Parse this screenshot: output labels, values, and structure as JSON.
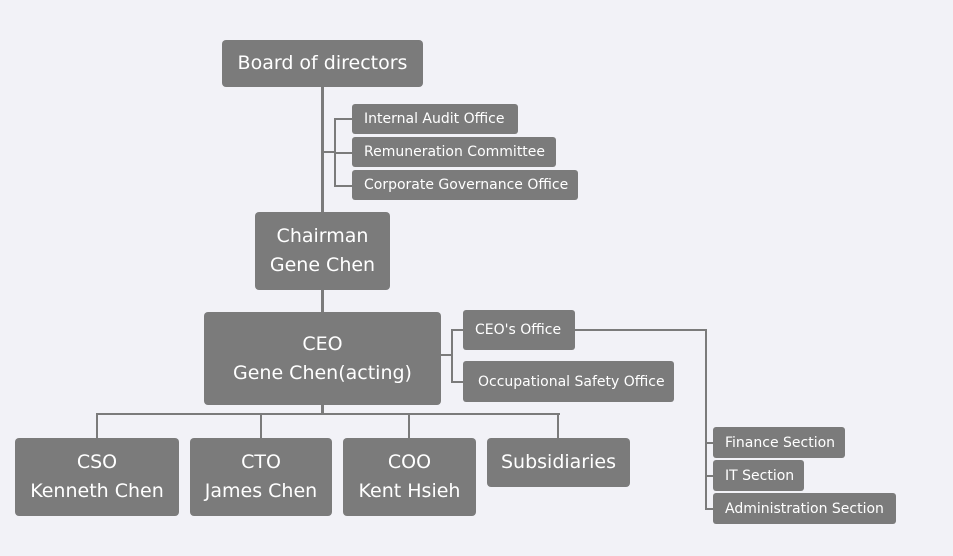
{
  "board": "Board of directors",
  "board_offices": [
    "Internal Audit Office",
    "Remuneration Committee",
    "Corporate Governance Office"
  ],
  "chairman": {
    "title": "Chairman",
    "name": "Gene Chen"
  },
  "ceo": {
    "title": "CEO",
    "name": "Gene Chen(acting)"
  },
  "ceo_offices": [
    "CEO's Office",
    "Occupational Safety Office"
  ],
  "ceo_office_sections": [
    "Finance Section",
    "IT Section",
    "Administration Section"
  ],
  "executives": [
    {
      "title": "CSO",
      "name": "Kenneth Chen"
    },
    {
      "title": "CTO",
      "name": "James Chen"
    },
    {
      "title": "COO",
      "name": "Kent Hsieh"
    }
  ],
  "subsidiaries": "Subsidiaries",
  "colors": {
    "box": "#7b7b7b",
    "text": "#ffffff",
    "background": "#f2f2f7"
  }
}
